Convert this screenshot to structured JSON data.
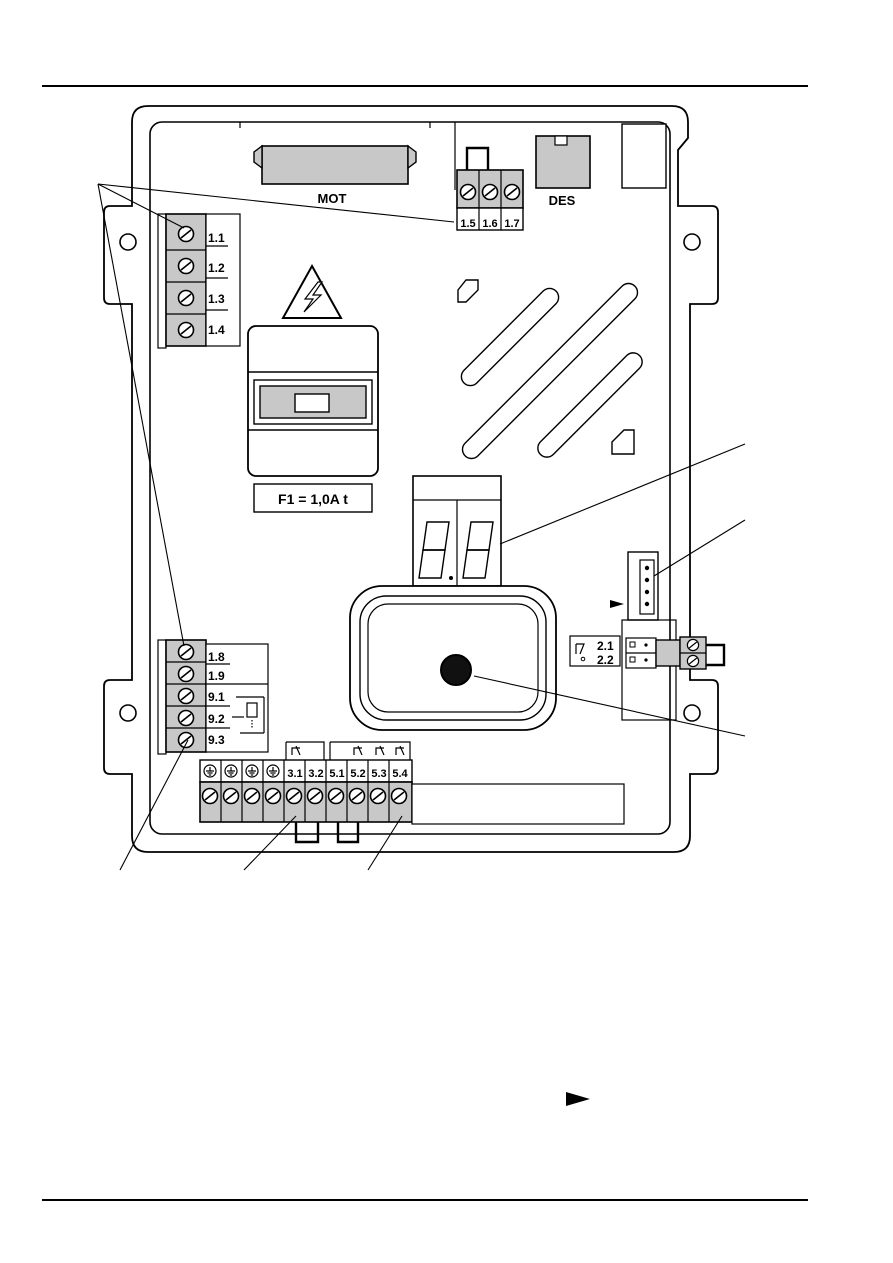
{
  "connectors": {
    "mot_label": "MOT",
    "des_label": "DES"
  },
  "terminals": {
    "top_right": [
      "1.5",
      "1.6",
      "1.7"
    ],
    "left_upper": [
      "1.1",
      "1.2",
      "1.3",
      "1.4"
    ],
    "left_lower": [
      "1.8",
      "1.9",
      "9.1",
      "9.2",
      "9.3"
    ],
    "bottom": [
      "3.1",
      "3.2",
      "5.1",
      "5.2",
      "5.3",
      "5.4"
    ],
    "right_small": [
      "2.1",
      "2.2"
    ]
  },
  "fuse": {
    "label": "F1 = 1,0A t"
  },
  "icons": {
    "warning": "high-voltage-warning-icon",
    "ground": "ground-icon",
    "screw": "screw-terminal-icon",
    "arrow": "pointer-arrow-icon"
  }
}
